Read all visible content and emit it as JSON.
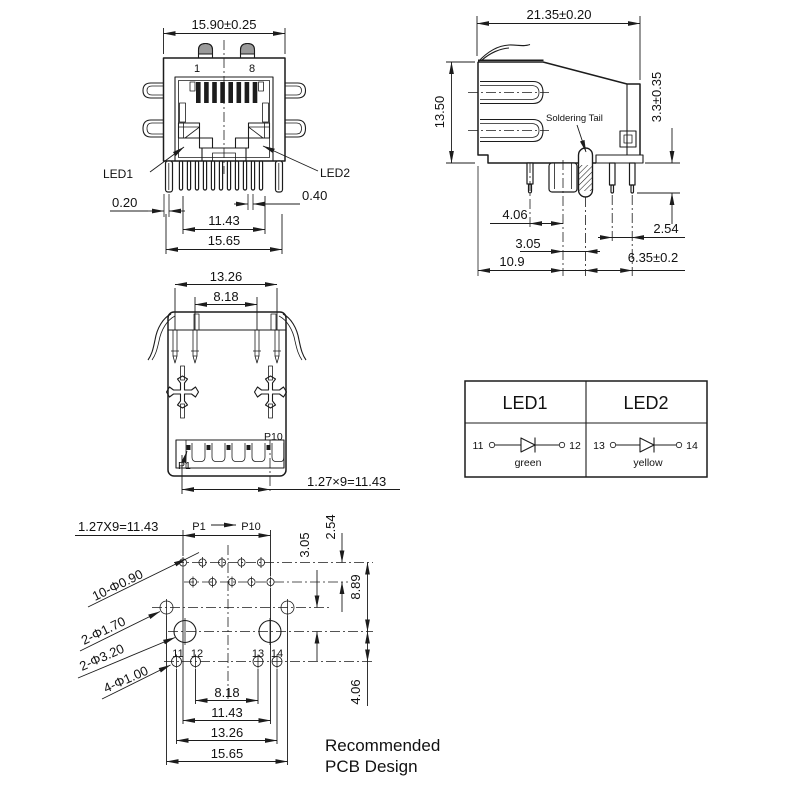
{
  "front_view": {
    "dim_width": "15.90±0.25",
    "pin_first": "1",
    "pin_last": "8",
    "led1_label": "LED1",
    "led2_label": "LED2",
    "dim_led1_offset": "0.20",
    "dim_led2_offset": "0.40",
    "dim_pin_span": "11.43",
    "dim_body_width": "15.65"
  },
  "side_view": {
    "dim_depth": "21.35±0.20",
    "dim_height": "13.50",
    "dim_pin_protrusion": "3.3±0.35",
    "soldering_tail_label": "Soldering Tail",
    "dim_front_pin": "4.06",
    "dim_rear_pitch": "2.54",
    "dim_tail_offset": "3.05",
    "dim_front_span": "10.9",
    "dim_rear_span": "6.35±0.2"
  },
  "bottom_view": {
    "dim_outer_pins": "13.26",
    "dim_inner_pins": "8.18",
    "p1_label": "P1",
    "p10_label": "P10",
    "dim_pitch_total": "1.27×9=11.43"
  },
  "led_table": {
    "led1": {
      "title": "LED1",
      "pin_a": "11",
      "pin_b": "12",
      "color_label": "green"
    },
    "led2": {
      "title": "LED2",
      "pin_a": "13",
      "pin_b": "14",
      "color_label": "yellow"
    }
  },
  "pcb_view": {
    "dim_pitch_total": "1.27X9=11.43",
    "p1_label": "P1",
    "p10_label": "P10",
    "dim_row_gap": "2.54",
    "dim_tail_gap": "3.05",
    "dim_post_row": "8.89",
    "dim_led_row": "4.06",
    "callout_signal_holes": "10-Φ0.90",
    "callout_tail_holes": "2-Φ1.70",
    "callout_post_holes": "2-Φ3.20",
    "callout_led_holes": "4-Φ1.00",
    "pin11": "11",
    "pin12": "12",
    "pin13": "13",
    "pin14": "14",
    "dim_led_inner": "8.18",
    "dim_cols": "11.43",
    "dim_led_outer": "13.26",
    "dim_tail_span": "15.65"
  },
  "caption": {
    "line1": "Recommended",
    "line2": "PCB Design"
  }
}
